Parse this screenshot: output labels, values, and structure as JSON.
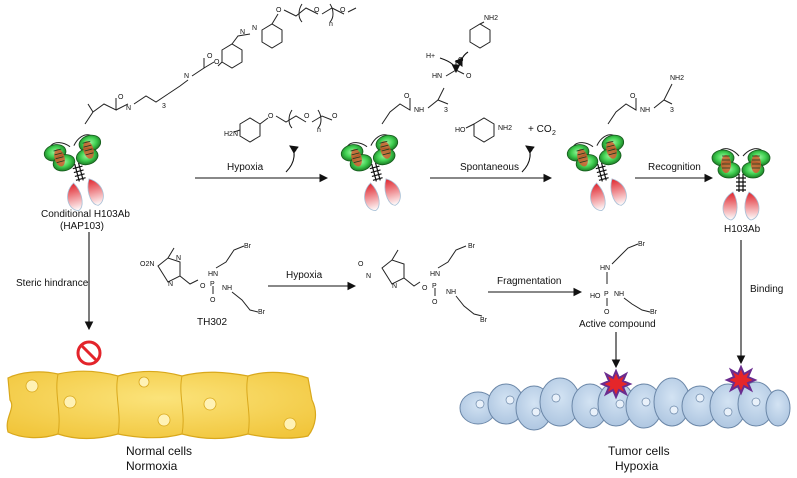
{
  "colors": {
    "antibody_green": "#3fcf50",
    "antibody_dark": "#1b6b22",
    "antibody_red": "#e0242c",
    "normal_cell_fill": "#f6d24f",
    "normal_cell_edge": "#d9a81c",
    "tumor_cell_fill": "#bcd3ea",
    "tumor_cell_edge": "#6b87a8",
    "burst_red": "#e5262a",
    "burst_purple": "#6a2c8f",
    "prohibit_red": "#e3242b"
  },
  "labels": {
    "conditional_antibody": "Conditional H103Ab",
    "conditional_antibody_sub": "(HAP103)",
    "h103ab": "H103Ab",
    "th302": "TH302",
    "active_compound": "Active compound",
    "normal_cells": "Normal cells",
    "normoxia": "Normoxia",
    "tumor_cells": "Tumor cells",
    "hypoxia_state": "Hypoxia",
    "co2": "+ CO",
    "co2_sub": "2",
    "h_plus": "H+"
  },
  "steps": {
    "hypoxia_top": "Hypoxia",
    "spontaneous": "Spontaneous",
    "recognition": "Recognition",
    "steric_hindrance": "Steric hindrance",
    "hypoxia_mid": "Hypoxia",
    "fragmentation": "Fragmentation",
    "binding": "Binding"
  },
  "chem_labels": {
    "h2n": "H2N",
    "nh2": "NH2",
    "ho": "HO",
    "nh": "NH",
    "hn": "HN",
    "br": "Br",
    "o": "O",
    "p": "P",
    "n": "N",
    "o2n": "O2N",
    "n_sub": "n",
    "three": "3"
  },
  "icons": [
    "antibody-icon",
    "prohibit-icon",
    "burst-icon"
  ]
}
